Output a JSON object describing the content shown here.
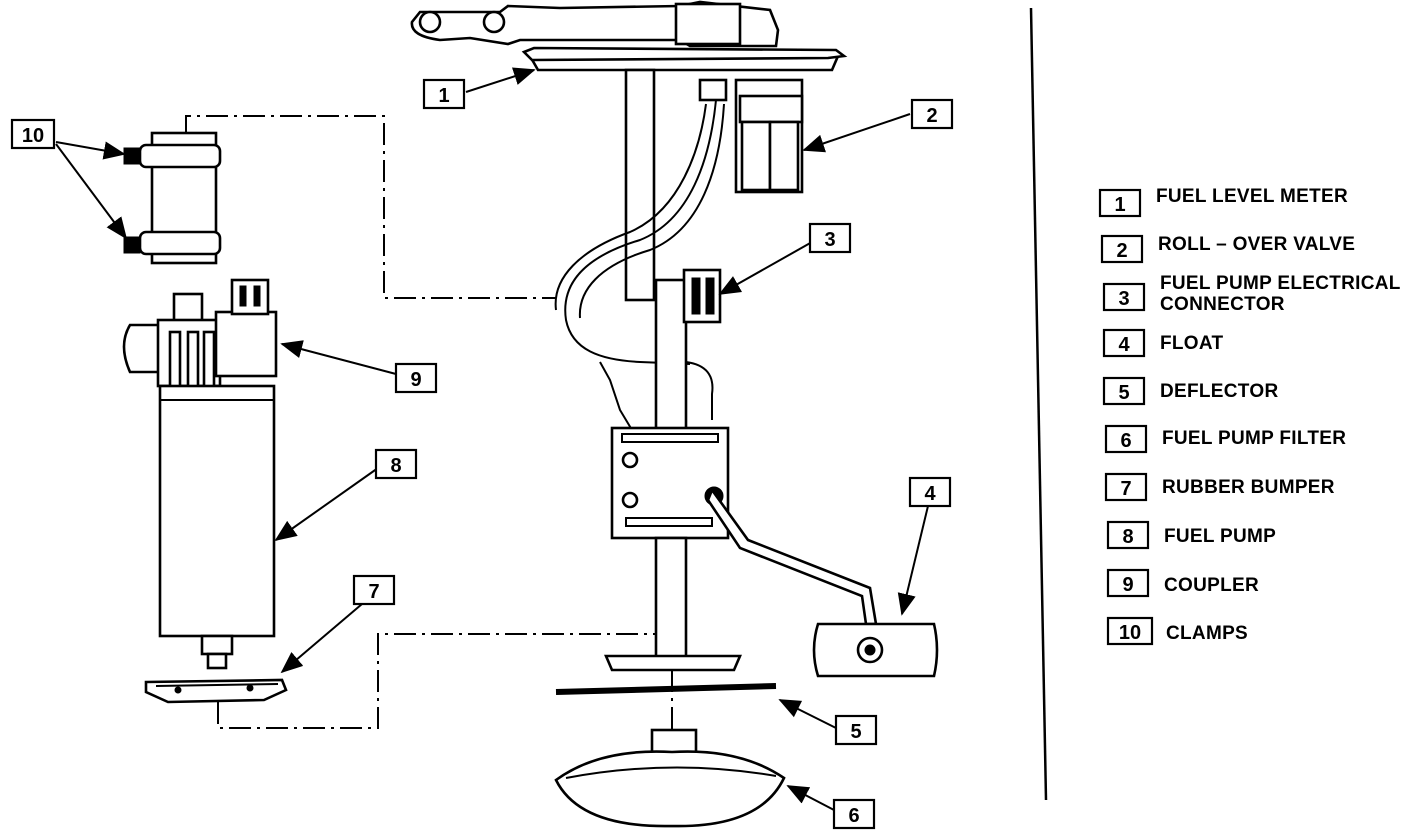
{
  "callouts": [
    {
      "num": "1"
    },
    {
      "num": "2"
    },
    {
      "num": "3"
    },
    {
      "num": "4"
    },
    {
      "num": "5"
    },
    {
      "num": "6"
    },
    {
      "num": "7"
    },
    {
      "num": "8"
    },
    {
      "num": "9"
    },
    {
      "num": "10"
    }
  ],
  "legend": [
    {
      "num": "1",
      "label": "FUEL LEVEL METER"
    },
    {
      "num": "2",
      "label": "ROLL – OVER VALVE"
    },
    {
      "num": "3",
      "label": "FUEL PUMP ELECTRICAL",
      "label2": "CONNECTOR"
    },
    {
      "num": "4",
      "label": "FLOAT"
    },
    {
      "num": "5",
      "label": "DEFLECTOR"
    },
    {
      "num": "6",
      "label": "FUEL PUMP FILTER"
    },
    {
      "num": "7",
      "label": "RUBBER BUMPER"
    },
    {
      "num": "8",
      "label": "FUEL PUMP"
    },
    {
      "num": "9",
      "label": "COUPLER"
    },
    {
      "num": "10",
      "label": "CLAMPS"
    }
  ]
}
